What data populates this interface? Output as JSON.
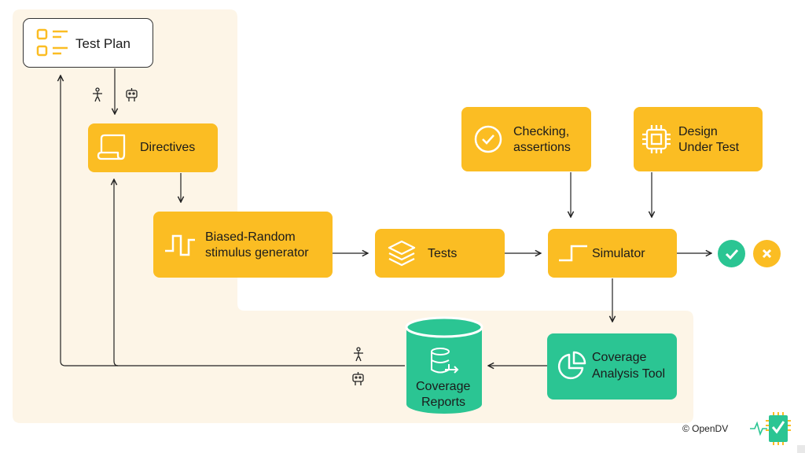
{
  "colors": {
    "box": "#fbbd23",
    "green": "#2bc593",
    "background_zone": "#fdf5e7",
    "line": "#222222"
  },
  "test_plan": {
    "label": "Test Plan",
    "icon": "checklist-icon"
  },
  "directives": {
    "label": "Directives",
    "icon": "scroll-icon"
  },
  "stimulus": {
    "line1": "Biased-Random",
    "line2": "stimulus generator",
    "icon": "pulse-wave-icon"
  },
  "tests": {
    "label": "Tests",
    "icon": "layers-icon"
  },
  "simulator": {
    "label": "Simulator",
    "icon": "step-wave-icon"
  },
  "checking": {
    "line1": "Checking,",
    "line2": "assertions",
    "icon": "check-circle-icon"
  },
  "dut": {
    "line1": "Design",
    "line2": "Under Test",
    "icon": "chip-icon"
  },
  "coverage_tool": {
    "line1": "Coverage",
    "line2": "Analysis Tool",
    "icon": "pie-chart-icon"
  },
  "coverage_reports": {
    "line1": "Coverage",
    "line2": "Reports",
    "icon": "database-export-icon"
  },
  "results": {
    "pass_icon": "check-icon",
    "fail_icon": "cross-icon"
  },
  "footer": {
    "copyright": "© OpenDV",
    "logo_icon": "opendv-logo-icon"
  }
}
